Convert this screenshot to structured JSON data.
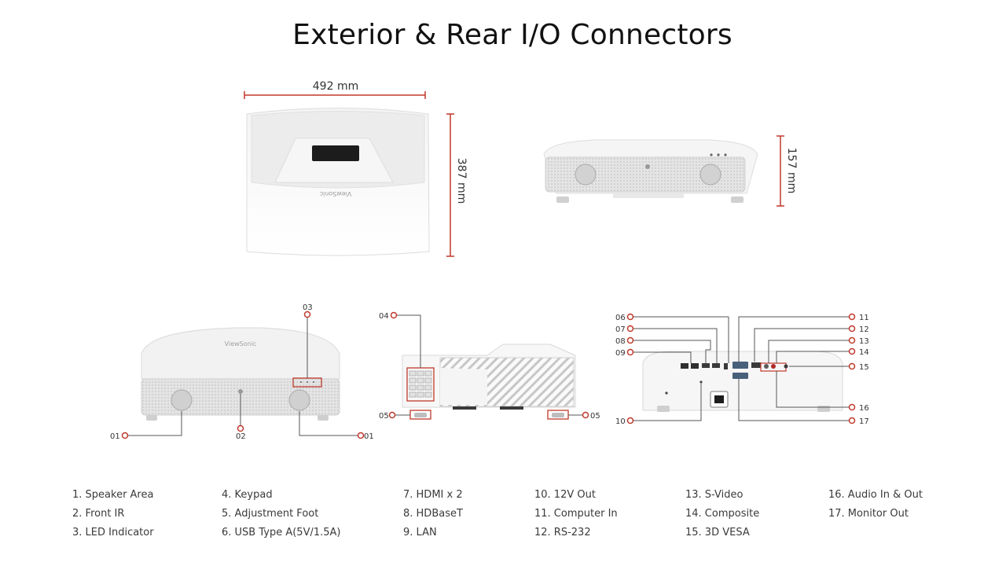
{
  "title": "Exterior & Rear I/O Connectors",
  "dimensions": {
    "width": "492 mm",
    "depth": "387 mm",
    "height": "157 mm"
  },
  "brand": "ViewSonic",
  "callouts": [
    "01",
    "01",
    "02",
    "03",
    "04",
    "05",
    "05",
    "06",
    "07",
    "08",
    "09",
    "10",
    "11",
    "12",
    "13",
    "14",
    "15",
    "16",
    "17"
  ],
  "legend": [
    [
      "1. Speaker Area",
      "2. Front IR",
      "3. LED Indicator"
    ],
    [
      "4. Keypad",
      "5. Adjustment Foot",
      "6. USB Type A(5V/1.5A)"
    ],
    [
      "7. HDMI x 2",
      "8. HDBaseT",
      "9. LAN"
    ],
    [
      "10. 12V Out",
      "11. Computer In",
      "12. RS-232"
    ],
    [
      "13. S-Video",
      "14. Composite",
      "15. 3D VESA"
    ],
    [
      "16. Audio In & Out",
      "17. Monitor Out"
    ]
  ],
  "colors": {
    "dimension_line": "#c0392b",
    "callout": "#c0392b",
    "leader": "#555555"
  }
}
